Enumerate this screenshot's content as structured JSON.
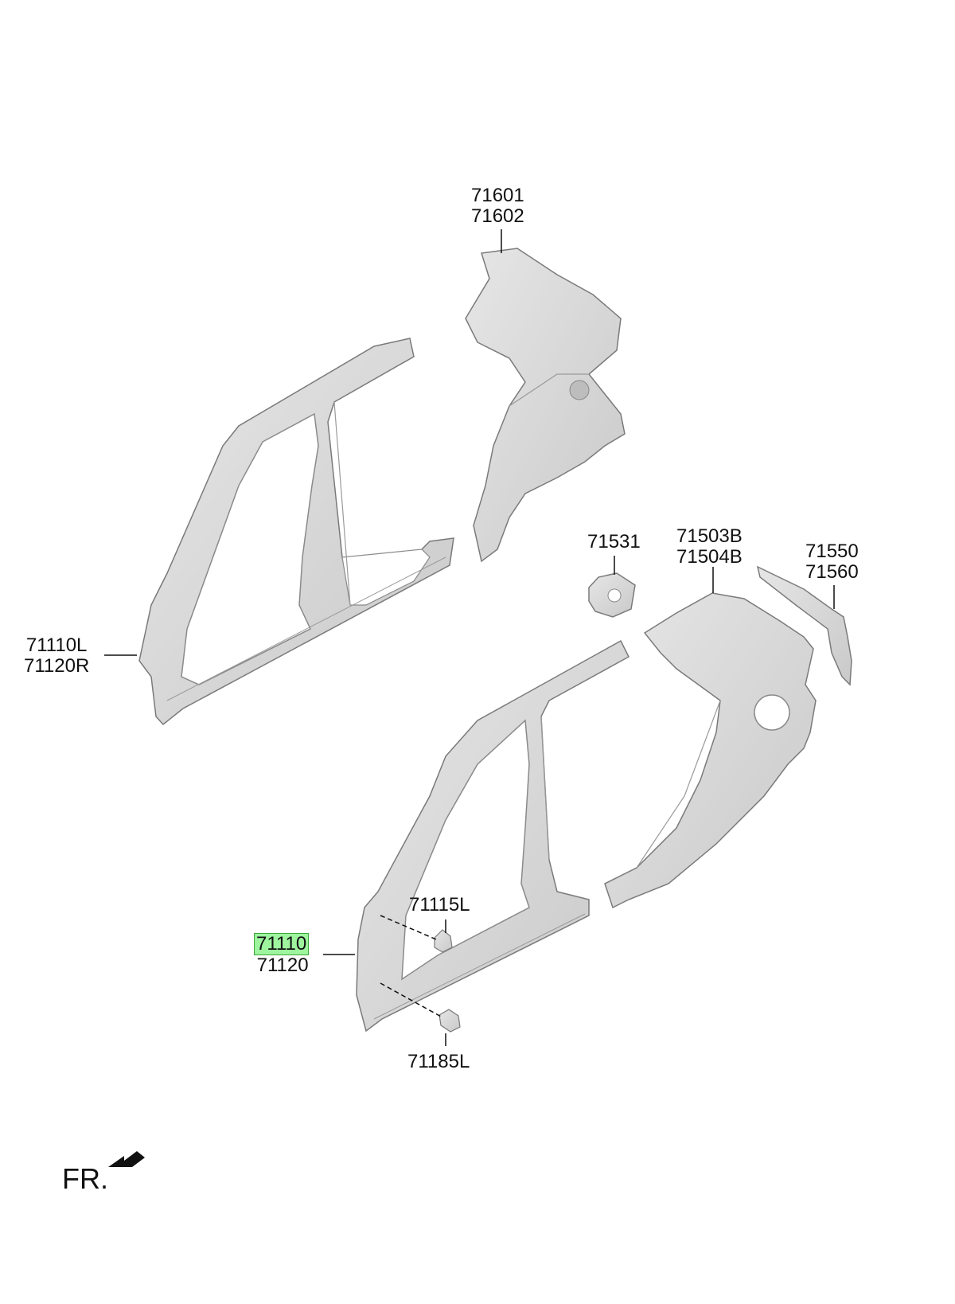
{
  "callouts": {
    "c71601": {
      "line1": "71601",
      "line2": "71602"
    },
    "c71110L": {
      "line1": "71110L",
      "line2": "71120R"
    },
    "c71531": {
      "line1": "71531"
    },
    "c71503B": {
      "line1": "71503B",
      "line2": "71504B"
    },
    "c71550": {
      "line1": "71550",
      "line2": "71560"
    },
    "c71115L": {
      "line1": "71115L"
    },
    "c71110": {
      "line1": "71110",
      "line2": "71120",
      "highlighted": "71110"
    },
    "c71185L": {
      "line1": "71185L"
    }
  },
  "orientation": {
    "label": "FR."
  },
  "colors": {
    "part_fill": "#d9d9d9",
    "part_stroke": "#7a7a7a",
    "leader": "#111111",
    "highlight": "#9ef59e"
  }
}
